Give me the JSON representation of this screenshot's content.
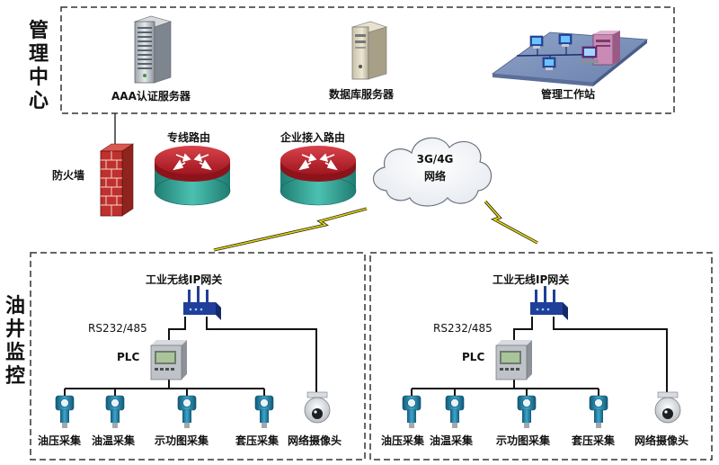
{
  "management": {
    "title": "管理中心",
    "aaa_server": "AAA认证服务器",
    "db_server": "数据库服务器",
    "workstation": "管理工作站"
  },
  "network": {
    "firewall": "防火墙",
    "dedicated_router": "专线路由",
    "enterprise_router": "企业接入路由",
    "cloud_line1": "3G/4G",
    "cloud_line2": "网络"
  },
  "oilwell": {
    "title": "油井监控",
    "sites": [
      {
        "gateway": "工业无线IP网关",
        "serial": "RS232/485",
        "plc": "PLC",
        "devices": [
          "油压采集",
          "油温采集",
          "示功图采集",
          "套压采集",
          "网络摄像头"
        ]
      },
      {
        "gateway": "工业无线IP网关",
        "serial": "RS232/485",
        "plc": "PLC",
        "devices": [
          "油压采集",
          "油温采集",
          "示功图采集",
          "套压采集",
          "网络摄像头"
        ]
      }
    ]
  },
  "colors": {
    "router_red": "#b3202a",
    "router_base": "#2f9a8e",
    "gateway_blue": "#1f3f9a",
    "sensor_teal": "#1f7fa0",
    "firewall_red": "#c0302e",
    "lightning": "#e8d800"
  }
}
